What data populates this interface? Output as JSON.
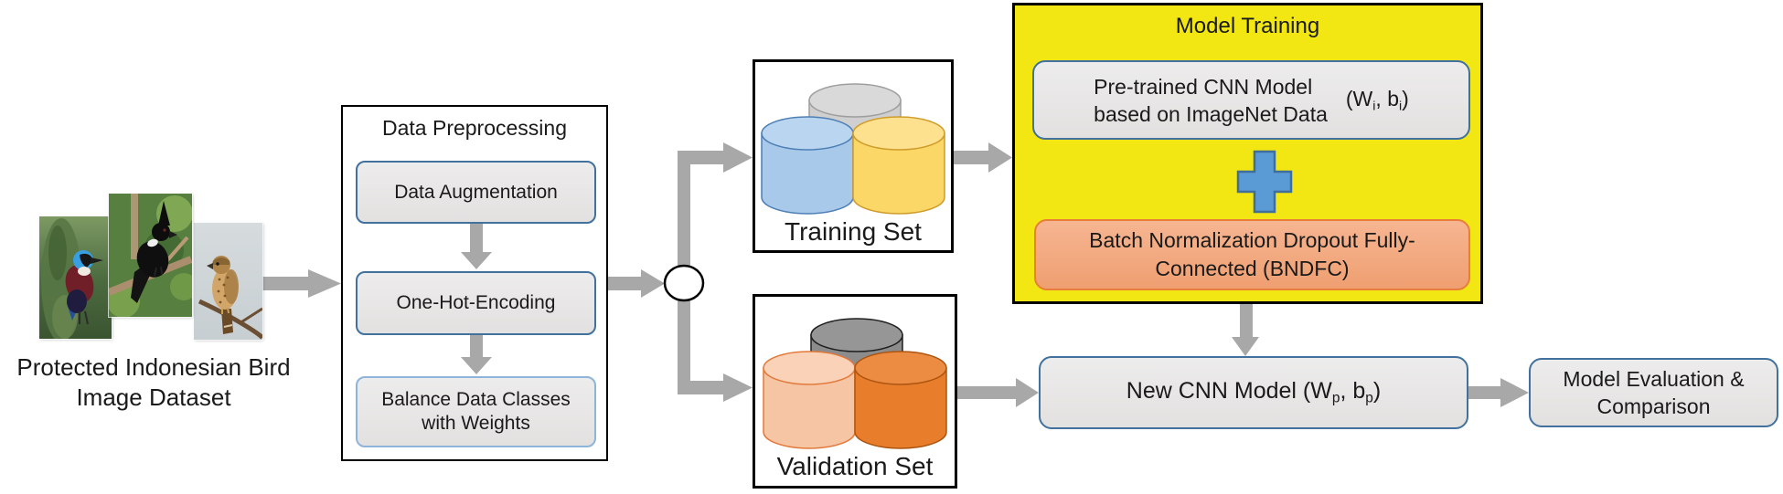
{
  "dataset": {
    "caption_line1": "Protected Indonesian Bird",
    "caption_line2": "Image Dataset"
  },
  "preprocessing": {
    "title": "Data Preprocessing",
    "steps": [
      "Data Augmentation",
      "One-Hot-Encoding",
      "Balance Data Classes with Weights"
    ]
  },
  "training_set": {
    "label": "Training Set"
  },
  "validation_set": {
    "label": "Validation Set"
  },
  "model_training": {
    "title": "Model Training",
    "pretrained_line1": "Pre-trained CNN Model",
    "pretrained_line2": "based on ImageNet Data",
    "weights_i": {
      "open": "(W",
      "sub1": "i",
      "mid": ", b",
      "sub2": "i",
      "close": ")"
    },
    "bndfc_line1": "Batch Normalization Dropout Fully-",
    "bndfc_line2": "Connected (BNDFC)"
  },
  "new_cnn": {
    "prefix": "New CNN Model (W",
    "sub1": "p",
    "mid": ", b",
    "sub2": "p",
    "close": ")"
  },
  "evaluation": {
    "line1": "Model Evaluation &",
    "line2": "Comparison"
  },
  "icons": {
    "split_node": "split-circle-icon",
    "plus": "plus-icon",
    "cylinders": "database-cylinder-icon"
  },
  "colors": {
    "model_training_bg": "#f2e713",
    "step_box_bg": "#e8e6e5",
    "step_box_border": "#41719c",
    "bndfc_bg": "#f4aa80",
    "bndfc_border": "#e87e39",
    "plus_fill": "#5b9bd5",
    "arrow": "#a8a8a8",
    "cyl_blue": "#a9c9ea",
    "cyl_yellow": "#fbd768",
    "cyl_gray": "#cfcfcf",
    "cyl_dark_gray": "#8c8c8c",
    "cyl_light_salmon": "#f6c5a3",
    "cyl_orange": "#e87e2c"
  }
}
